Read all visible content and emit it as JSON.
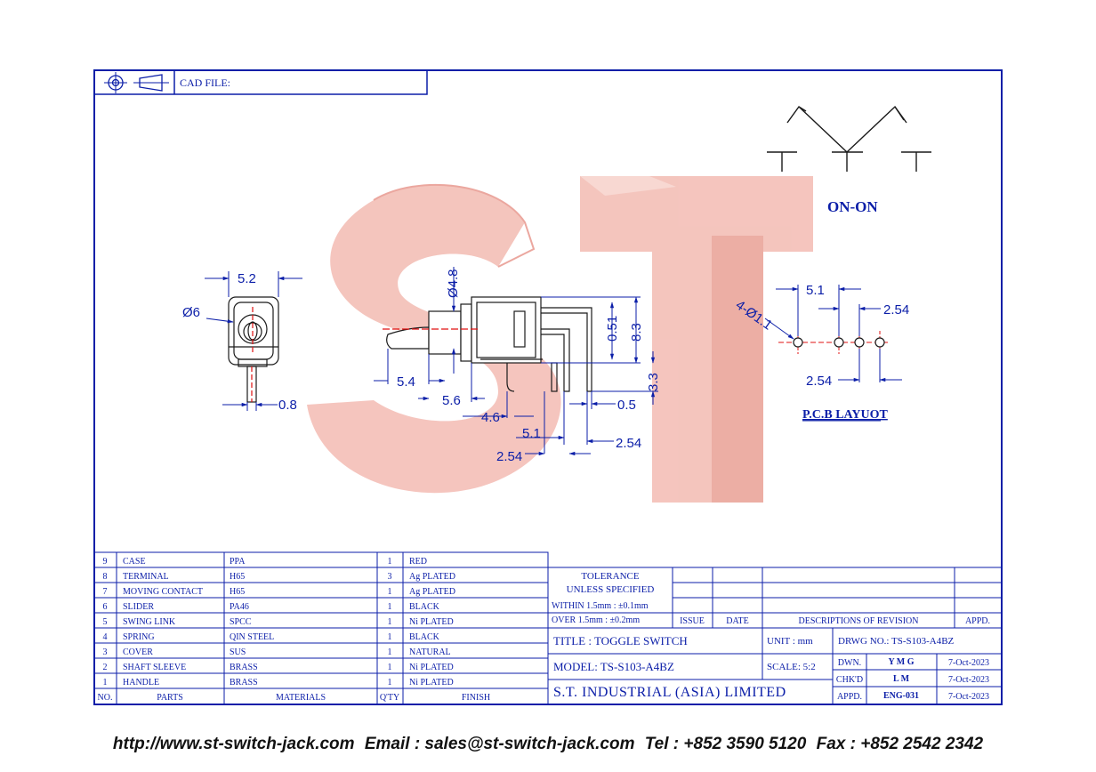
{
  "header": {
    "cad_file_label": "CAD FILE:"
  },
  "switch_type": "ON-ON",
  "pcb_layout_label": "P.C.B LAYUOT",
  "side_view": {
    "width": "5.2",
    "dia": "Ø6",
    "pin": "0.8"
  },
  "front_view": {
    "shaft_dia": "Ø4.8",
    "d051": "0.51",
    "d83": "8.3",
    "d33": "3.3",
    "d54": "5.4",
    "d56": "5.6",
    "d46": "4.6",
    "d05": "0.5",
    "d51": "5.1",
    "d254a": "2.54",
    "d254b": "2.54"
  },
  "pcb": {
    "holes": "4-Ø1.1",
    "d51": "5.1",
    "d254top": "2.54",
    "d254bot": "2.54"
  },
  "parts": [
    {
      "no": "9",
      "part": "CASE",
      "material": "PPA",
      "qty": "1",
      "finish": "RED"
    },
    {
      "no": "8",
      "part": "TERMINAL",
      "material": "H65",
      "qty": "3",
      "finish": "Ag PLATED"
    },
    {
      "no": "7",
      "part": "MOVING CONTACT",
      "material": "H65",
      "qty": "1",
      "finish": "Ag PLATED"
    },
    {
      "no": "6",
      "part": "SLIDER",
      "material": "PA46",
      "qty": "1",
      "finish": "BLACK"
    },
    {
      "no": "5",
      "part": "SWING LINK",
      "material": "SPCC",
      "qty": "1",
      "finish": "Ni PLATED"
    },
    {
      "no": "4",
      "part": "SPRING",
      "material": "QIN STEEL",
      "qty": "1",
      "finish": "BLACK"
    },
    {
      "no": "3",
      "part": "COVER",
      "material": "SUS",
      "qty": "1",
      "finish": "NATURAL"
    },
    {
      "no": "2",
      "part": "SHAFT SLEEVE",
      "material": "BRASS",
      "qty": "1",
      "finish": "Ni PLATED"
    },
    {
      "no": "1",
      "part": "HANDLE",
      "material": "BRASS",
      "qty": "1",
      "finish": "Ni PLATED"
    }
  ],
  "parts_header": {
    "no": "NO.",
    "part": "PARTS",
    "material": "MATERIALS",
    "qty": "Q'TY",
    "finish": "FINISH"
  },
  "tolerance": {
    "l1": "TOLERANCE",
    "l2": "UNLESS   SPECIFIED",
    "l3": "WITHIN  1.5mm : ±0.1mm",
    "l4": "OVER    1.5mm : ±0.2mm"
  },
  "revision_header": {
    "issue": "ISSUE",
    "date": "DATE",
    "desc": "DESCRIPTIONS OF REVISION",
    "appd": "APPD."
  },
  "title_block": {
    "title": "TITLE : TOGGLE SWITCH",
    "unit": "UNIT :   mm",
    "drwg": "DRWG NO.: TS-S103-A4BZ",
    "model": "MODEL: TS-S103-A4BZ",
    "scale": "SCALE:  5:2",
    "dwn_label": "DWN.",
    "dwn": "Y M G",
    "dwn_date": "7-Oct-2023",
    "chkd_label": "CHK'D",
    "chkd": "L M",
    "chkd_date": "7-Oct-2023",
    "appd_label": "APPD.",
    "appd": "ENG-031",
    "appd_date": "7-Oct-2023",
    "company": "S.T.  INDUSTRIAL  (ASIA)  LIMITED"
  },
  "footer": {
    "web": "http://www.st-switch-jack.com",
    "email": "Email : sales@st-switch-jack.com",
    "tel": "Tel : +852 3590 5120",
    "fax": "Fax : +852 2542 2342"
  },
  "colors": {
    "line": "#0b1ea8",
    "watermark": "#f2b8b0",
    "red": "#e01010"
  }
}
